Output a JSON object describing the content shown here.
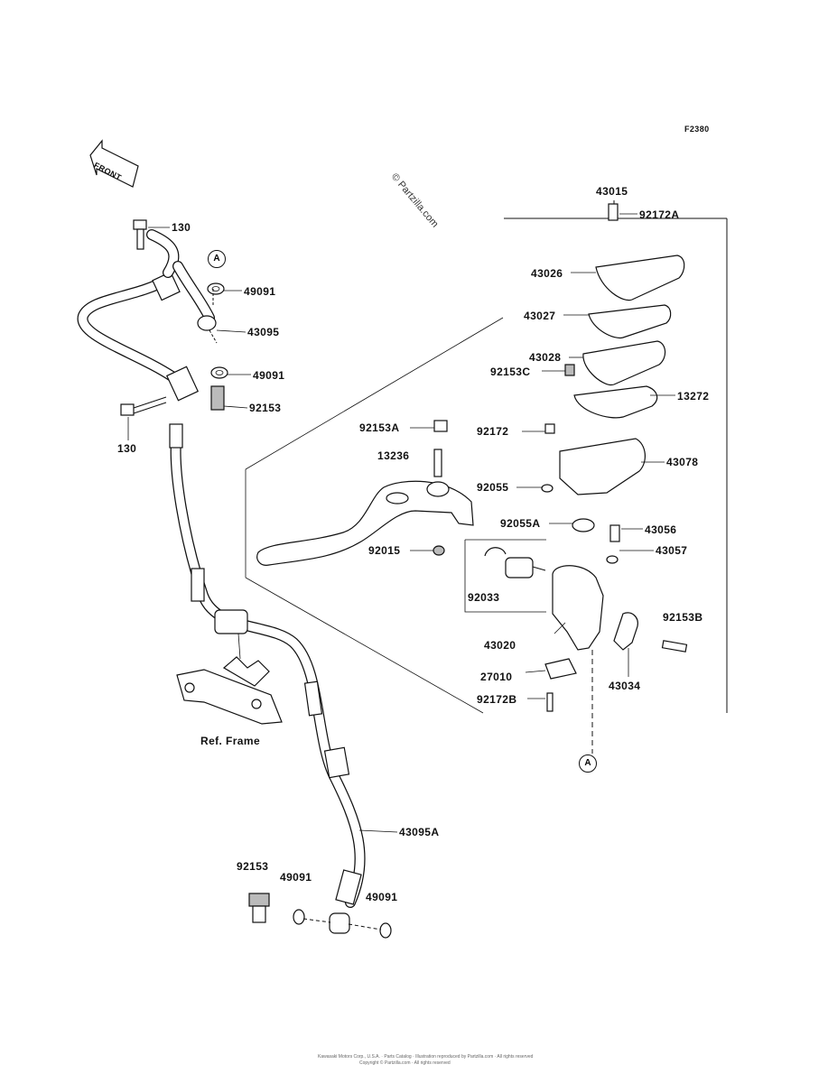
{
  "diagram_code": "F2380",
  "watermark": "© Partzilla.com",
  "front_label": "FRONT",
  "ref_frame_label": "Ref. Frame",
  "circle_marker": "A",
  "footer_line1": "Kawasaki Motors Corp., U.S.A. · Parts Catalog · Illustration reproduced by Partzilla.com · All rights reserved",
  "footer_line2": "Copyright © Partzilla.com · All rights reserved",
  "part_labels": {
    "p130_top": "130",
    "p130_bottom": "130",
    "p49091_top": "49091",
    "p43095": "43095",
    "p49091_mid": "49091",
    "p92153_top": "92153",
    "p43095A": "43095A",
    "p92153_bottom": "92153",
    "p49091_bl": "49091",
    "p49091_br": "49091",
    "p43015": "43015",
    "p92172A": "92172A",
    "p43026": "43026",
    "p43027": "43027",
    "p43028": "43028",
    "p92153C": "92153C",
    "p13272": "13272",
    "p92172": "92172",
    "p43078": "43078",
    "p92153A": "92153A",
    "p13236": "13236",
    "p92055": "92055",
    "p92055A": "92055A",
    "p43056": "43056",
    "p43057": "43057",
    "p92015": "92015",
    "p92033": "92033",
    "p92153B": "92153B",
    "p43020": "43020",
    "p27010": "27010",
    "p43034": "43034",
    "p92172B": "92172B"
  }
}
